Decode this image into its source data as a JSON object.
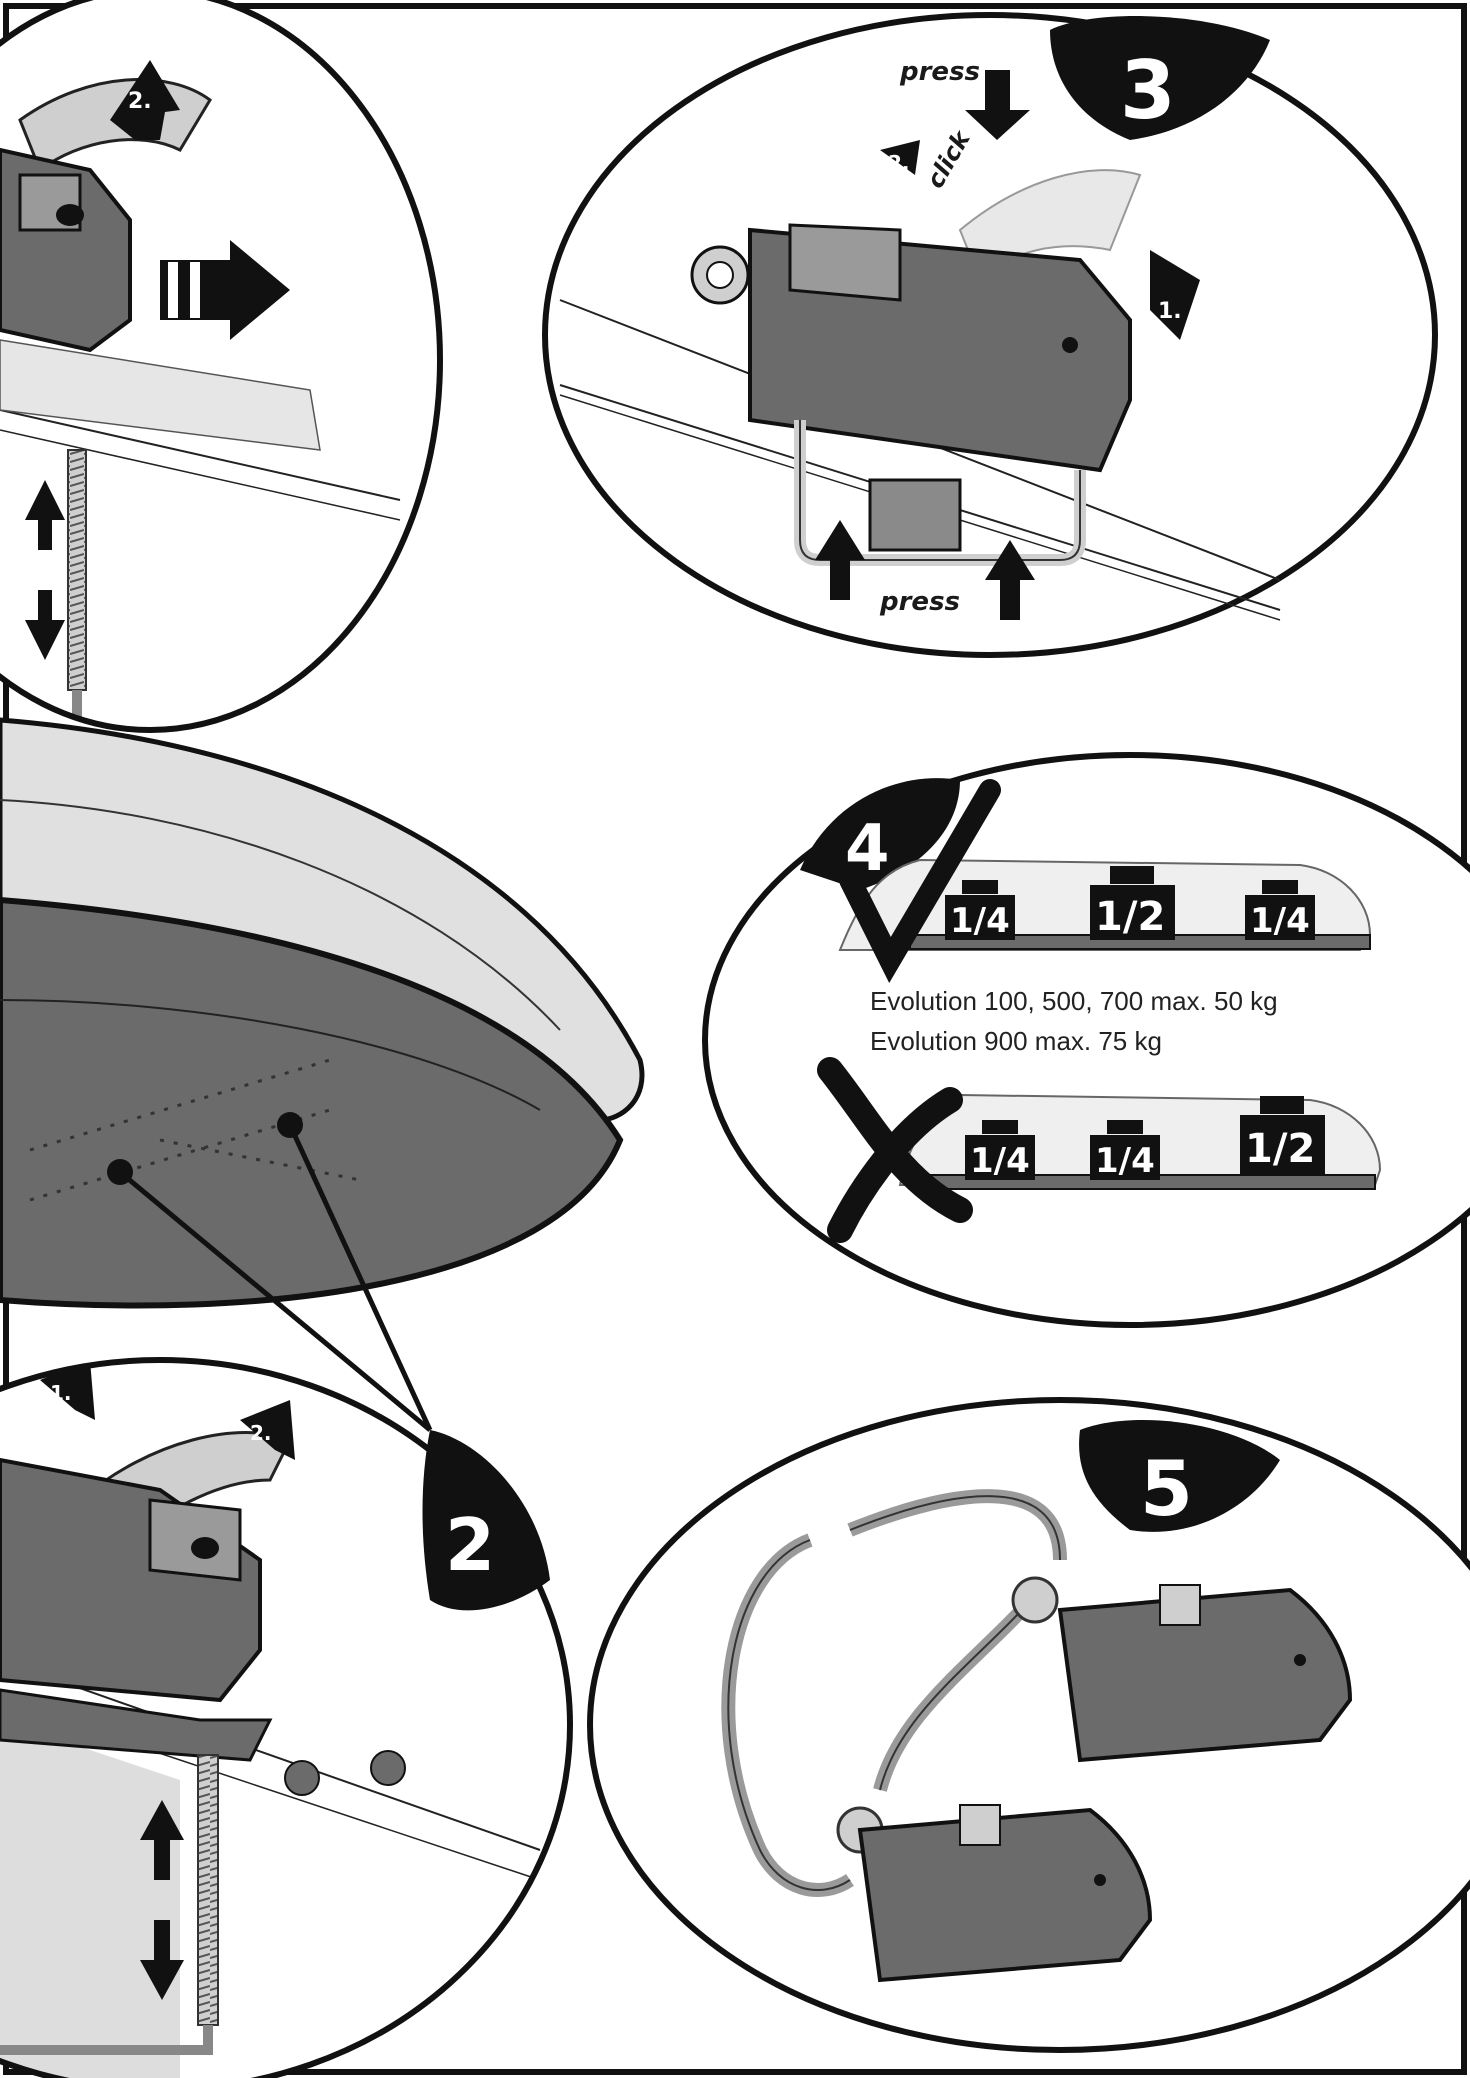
{
  "steps": {
    "step2": {
      "number": "2",
      "arrow1": "1.",
      "arrow2": "2."
    },
    "step3": {
      "number": "3",
      "press_top": "press",
      "press_bottom": "press",
      "click": "click",
      "arrow1": "1.",
      "arrow2": "2."
    },
    "step4": {
      "number": "4",
      "correct_weights": [
        "1/4",
        "1/2",
        "1/4"
      ],
      "wrong_weights": [
        "1/4",
        "1/4",
        "1/2"
      ],
      "spec_line1": "Evolution 100, 500, 700 max. 50 kg",
      "spec_line2": "Evolution 900 max. 75 kg"
    },
    "step5": {
      "number": "5"
    },
    "top_left": {
      "arrow2": "2."
    }
  },
  "colors": {
    "ink": "#111111",
    "dark_grey": "#6b6b6b",
    "mid_grey": "#9a9a9a",
    "light_grey": "#d6d6d6",
    "paper": "#ffffff"
  },
  "icons": [
    "check-mark-icon",
    "cross-mark-icon",
    "arrow-icon",
    "spring-icon"
  ]
}
